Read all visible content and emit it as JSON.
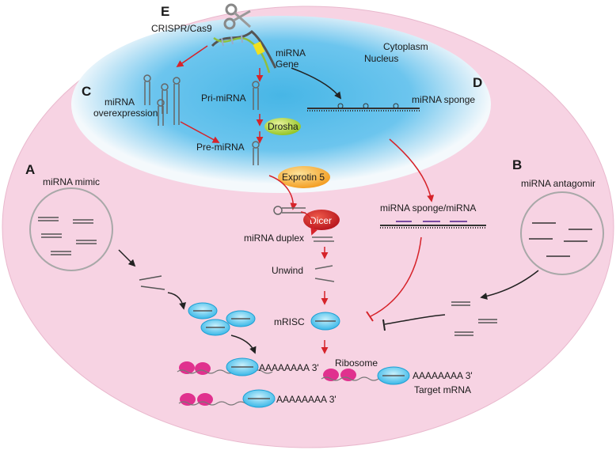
{
  "panels": {
    "a": "A",
    "b": "B",
    "c": "C",
    "d": "D",
    "e": "E"
  },
  "labels": {
    "crispr": "CRISPR/Cas9",
    "cytoplasm": "Cytoplasm",
    "nucleus": "Nucleus",
    "mirna_gene_1": "miRNA",
    "mirna_gene_2": "Gene",
    "pri_mirna": "Pri-miRNA",
    "drosha": "Drosha",
    "pre_mirna": "Pre-miRNA",
    "overexpression_1": "miRNA",
    "overexpression_2": "overexpression",
    "mirna_sponge": "miRNA sponge",
    "exportin": "Exprotin 5",
    "dicer": "Dicer",
    "mirna_duplex": "miRNA duplex",
    "unwind": "Unwind",
    "mrisc": "mRISC",
    "ribosome": "Ribosome",
    "target_mrna": "Target mRNA",
    "mirna_mimic": "miRNA mimic",
    "mirna_antagomir": "miRNA antagomir",
    "sponge_mirna": "miRNA sponge/miRNA",
    "polya_1": "AAAAAAAA 3'",
    "polya_2": "AAAAAAAA 3'",
    "polya_3": "AAAAAAAA 3'"
  },
  "colors": {
    "cell": "#f7d3e3",
    "nucleus_edge": "#f2f7fb",
    "nucleus_core": "#4cb8e8",
    "arrow_red": "#d6232a",
    "drosha": "#a6cf2e",
    "exportin": "#f6a623",
    "dicer": "#c2161c",
    "risc": "#4cc3ee",
    "ribosome": "#e0318e",
    "circle_edge": "#a8a8a8"
  },
  "icons": [
    "scissors-icon",
    "dna-helix-icon",
    "hairpin-rna-icon",
    "ribosome-icon",
    "risc-complex-icon"
  ]
}
